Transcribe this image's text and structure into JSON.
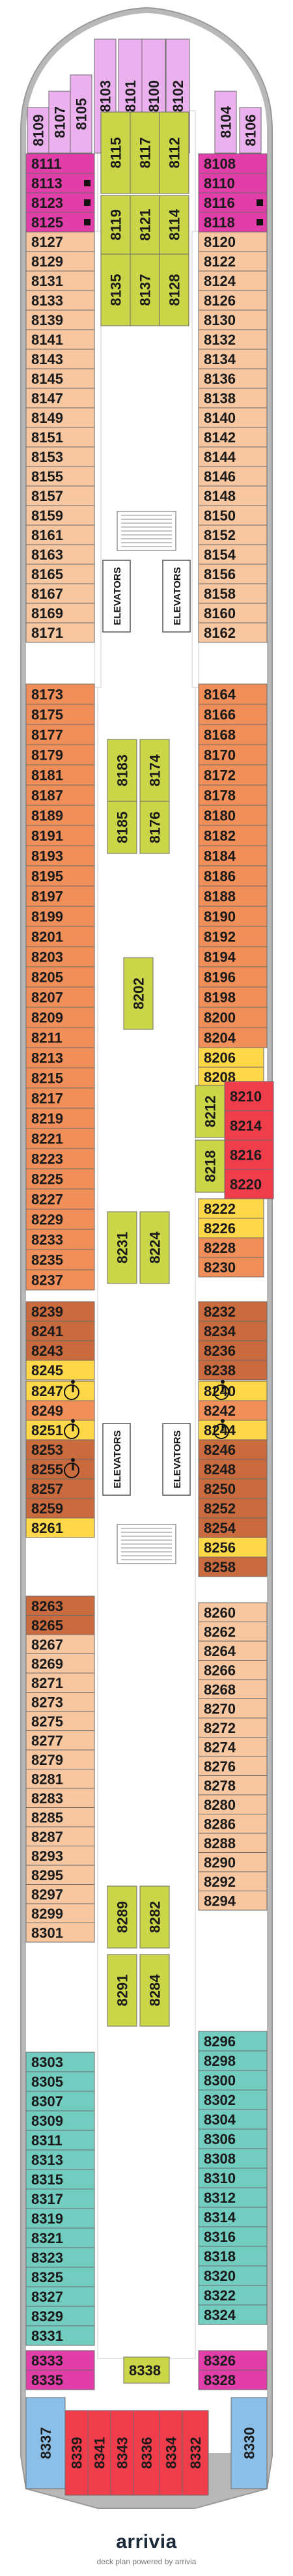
{
  "colors": {
    "lavender": "#eab1ee",
    "magenta": "#e23ea9",
    "peach": "#f6c7a1",
    "orange": "#f08f5a",
    "brown": "#c96a3f",
    "yellow": "#ffd84a",
    "lime": "#cad648",
    "pink_red": "#ef3d4c",
    "teal": "#73ccc0",
    "blue": "#8bbfe8",
    "hull": "#b8b8b8",
    "corridor": "#ffffff"
  },
  "elevator_label": "ELEVATORS",
  "brand": {
    "logo": "arrivia",
    "credit": "deck plan powered by arrivia"
  },
  "cabins": [
    {
      "n": "8109",
      "c": "lavender",
      "v": true
    },
    {
      "n": "8107",
      "c": "lavender",
      "v": true
    },
    {
      "n": "8105",
      "c": "lavender",
      "v": true
    },
    {
      "n": "8103",
      "c": "lavender",
      "v": true
    },
    {
      "n": "8101",
      "c": "lavender",
      "v": true
    },
    {
      "n": "8100",
      "c": "lavender",
      "v": true
    },
    {
      "n": "8102",
      "c": "lavender",
      "v": true
    },
    {
      "n": "8104",
      "c": "lavender",
      "v": true
    },
    {
      "n": "8106",
      "c": "lavender",
      "v": true
    },
    {
      "n": "8111",
      "c": "magenta"
    },
    {
      "n": "8113",
      "c": "magenta"
    },
    {
      "n": "8123",
      "c": "magenta"
    },
    {
      "n": "8125",
      "c": "magenta"
    },
    {
      "n": "8108",
      "c": "magenta"
    },
    {
      "n": "8110",
      "c": "magenta"
    },
    {
      "n": "8116",
      "c": "magenta"
    },
    {
      "n": "8118",
      "c": "magenta"
    },
    {
      "n": "8127",
      "c": "peach"
    },
    {
      "n": "8129",
      "c": "peach"
    },
    {
      "n": "8131",
      "c": "peach"
    },
    {
      "n": "8133",
      "c": "peach"
    },
    {
      "n": "8139",
      "c": "peach"
    },
    {
      "n": "8141",
      "c": "peach"
    },
    {
      "n": "8143",
      "c": "peach"
    },
    {
      "n": "8145",
      "c": "peach"
    },
    {
      "n": "8147",
      "c": "peach"
    },
    {
      "n": "8149",
      "c": "peach"
    },
    {
      "n": "8151",
      "c": "peach"
    },
    {
      "n": "8153",
      "c": "peach"
    },
    {
      "n": "8155",
      "c": "peach"
    },
    {
      "n": "8157",
      "c": "peach"
    },
    {
      "n": "8159",
      "c": "peach"
    },
    {
      "n": "8161",
      "c": "peach"
    },
    {
      "n": "8163",
      "c": "peach"
    },
    {
      "n": "8165",
      "c": "peach"
    },
    {
      "n": "8167",
      "c": "peach"
    },
    {
      "n": "8169",
      "c": "peach"
    },
    {
      "n": "8171",
      "c": "peach"
    },
    {
      "n": "8120",
      "c": "peach"
    },
    {
      "n": "8122",
      "c": "peach"
    },
    {
      "n": "8124",
      "c": "peach"
    },
    {
      "n": "8126",
      "c": "peach"
    },
    {
      "n": "8130",
      "c": "peach"
    },
    {
      "n": "8132",
      "c": "peach"
    },
    {
      "n": "8134",
      "c": "peach"
    },
    {
      "n": "8136",
      "c": "peach"
    },
    {
      "n": "8138",
      "c": "peach"
    },
    {
      "n": "8140",
      "c": "peach"
    },
    {
      "n": "8142",
      "c": "peach"
    },
    {
      "n": "8144",
      "c": "peach"
    },
    {
      "n": "8146",
      "c": "peach"
    },
    {
      "n": "8148",
      "c": "peach"
    },
    {
      "n": "8150",
      "c": "peach"
    },
    {
      "n": "8152",
      "c": "peach"
    },
    {
      "n": "8154",
      "c": "peach"
    },
    {
      "n": "8156",
      "c": "peach"
    },
    {
      "n": "8158",
      "c": "peach"
    },
    {
      "n": "8160",
      "c": "peach"
    },
    {
      "n": "8162",
      "c": "peach"
    },
    {
      "n": "8115",
      "c": "lime",
      "v": true
    },
    {
      "n": "8117",
      "c": "lime",
      "v": true
    },
    {
      "n": "8112",
      "c": "lime",
      "v": true
    },
    {
      "n": "8119",
      "c": "lime",
      "v": true
    },
    {
      "n": "8121",
      "c": "lime",
      "v": true
    },
    {
      "n": "8114",
      "c": "lime",
      "v": true
    },
    {
      "n": "8135",
      "c": "lime",
      "v": true
    },
    {
      "n": "8137",
      "c": "lime",
      "v": true
    },
    {
      "n": "8128",
      "c": "lime",
      "v": true
    },
    {
      "n": "8173",
      "c": "orange"
    },
    {
      "n": "8175",
      "c": "orange"
    },
    {
      "n": "8177",
      "c": "orange"
    },
    {
      "n": "8179",
      "c": "orange"
    },
    {
      "n": "8181",
      "c": "orange"
    },
    {
      "n": "8187",
      "c": "orange"
    },
    {
      "n": "8189",
      "c": "orange"
    },
    {
      "n": "8191",
      "c": "orange"
    },
    {
      "n": "8193",
      "c": "orange"
    },
    {
      "n": "8195",
      "c": "orange"
    },
    {
      "n": "8197",
      "c": "orange"
    },
    {
      "n": "8199",
      "c": "orange"
    },
    {
      "n": "8201",
      "c": "orange"
    },
    {
      "n": "8203",
      "c": "orange"
    },
    {
      "n": "8205",
      "c": "orange"
    },
    {
      "n": "8207",
      "c": "orange"
    },
    {
      "n": "8209",
      "c": "orange"
    },
    {
      "n": "8211",
      "c": "orange"
    },
    {
      "n": "8213",
      "c": "orange"
    },
    {
      "n": "8215",
      "c": "orange"
    },
    {
      "n": "8217",
      "c": "orange"
    },
    {
      "n": "8219",
      "c": "orange"
    },
    {
      "n": "8221",
      "c": "orange"
    },
    {
      "n": "8223",
      "c": "orange"
    },
    {
      "n": "8225",
      "c": "orange"
    },
    {
      "n": "8227",
      "c": "orange"
    },
    {
      "n": "8229",
      "c": "orange"
    },
    {
      "n": "8233",
      "c": "orange"
    },
    {
      "n": "8235",
      "c": "orange"
    },
    {
      "n": "8237",
      "c": "orange"
    },
    {
      "n": "8164",
      "c": "orange"
    },
    {
      "n": "8166",
      "c": "orange"
    },
    {
      "n": "8168",
      "c": "orange"
    },
    {
      "n": "8170",
      "c": "orange"
    },
    {
      "n": "8172",
      "c": "orange"
    },
    {
      "n": "8178",
      "c": "orange"
    },
    {
      "n": "8180",
      "c": "orange"
    },
    {
      "n": "8182",
      "c": "orange"
    },
    {
      "n": "8184",
      "c": "orange"
    },
    {
      "n": "8186",
      "c": "orange"
    },
    {
      "n": "8188",
      "c": "orange"
    },
    {
      "n": "8190",
      "c": "orange"
    },
    {
      "n": "8192",
      "c": "orange"
    },
    {
      "n": "8194",
      "c": "orange"
    },
    {
      "n": "8196",
      "c": "orange"
    },
    {
      "n": "8198",
      "c": "orange"
    },
    {
      "n": "8200",
      "c": "orange"
    },
    {
      "n": "8204",
      "c": "orange"
    },
    {
      "n": "8183",
      "c": "lime",
      "v": true
    },
    {
      "n": "8174",
      "c": "lime",
      "v": true
    },
    {
      "n": "8185",
      "c": "lime",
      "v": true
    },
    {
      "n": "8176",
      "c": "lime",
      "v": true
    },
    {
      "n": "8202",
      "c": "lime",
      "v": true
    },
    {
      "n": "8206",
      "c": "yellow"
    },
    {
      "n": "8208",
      "c": "yellow"
    },
    {
      "n": "8212",
      "c": "lime",
      "v": true
    },
    {
      "n": "8218",
      "c": "lime",
      "v": true
    },
    {
      "n": "8210",
      "c": "pink_red"
    },
    {
      "n": "8214",
      "c": "pink_red"
    },
    {
      "n": "8216",
      "c": "pink_red"
    },
    {
      "n": "8220",
      "c": "pink_red"
    },
    {
      "n": "8222",
      "c": "yellow"
    },
    {
      "n": "8226",
      "c": "yellow"
    },
    {
      "n": "8228",
      "c": "orange"
    },
    {
      "n": "8230",
      "c": "orange"
    },
    {
      "n": "8231",
      "c": "lime",
      "v": true
    },
    {
      "n": "8224",
      "c": "lime",
      "v": true
    },
    {
      "n": "8239",
      "c": "brown"
    },
    {
      "n": "8241",
      "c": "brown"
    },
    {
      "n": "8243",
      "c": "brown"
    },
    {
      "n": "8245",
      "c": "yellow"
    },
    {
      "n": "8232",
      "c": "brown"
    },
    {
      "n": "8234",
      "c": "brown"
    },
    {
      "n": "8236",
      "c": "brown"
    },
    {
      "n": "8238",
      "c": "brown"
    },
    {
      "n": "8247",
      "c": "yellow"
    },
    {
      "n": "8249",
      "c": "orange"
    },
    {
      "n": "8251",
      "c": "yellow"
    },
    {
      "n": "8253",
      "c": "brown"
    },
    {
      "n": "8255",
      "c": "brown"
    },
    {
      "n": "8257",
      "c": "brown"
    },
    {
      "n": "8259",
      "c": "brown"
    },
    {
      "n": "8261",
      "c": "yellow"
    },
    {
      "n": "8240",
      "c": "yellow"
    },
    {
      "n": "8242",
      "c": "orange"
    },
    {
      "n": "8244",
      "c": "yellow"
    },
    {
      "n": "8246",
      "c": "brown"
    },
    {
      "n": "8248",
      "c": "brown"
    },
    {
      "n": "8250",
      "c": "brown"
    },
    {
      "n": "8252",
      "c": "brown"
    },
    {
      "n": "8254",
      "c": "brown"
    },
    {
      "n": "8256",
      "c": "yellow"
    },
    {
      "n": "8258",
      "c": "brown"
    },
    {
      "n": "8263",
      "c": "brown"
    },
    {
      "n": "8265",
      "c": "brown"
    },
    {
      "n": "8267",
      "c": "peach"
    },
    {
      "n": "8269",
      "c": "peach"
    },
    {
      "n": "8271",
      "c": "peach"
    },
    {
      "n": "8273",
      "c": "peach"
    },
    {
      "n": "8275",
      "c": "peach"
    },
    {
      "n": "8277",
      "c": "peach"
    },
    {
      "n": "8279",
      "c": "peach"
    },
    {
      "n": "8281",
      "c": "peach"
    },
    {
      "n": "8283",
      "c": "peach"
    },
    {
      "n": "8285",
      "c": "peach"
    },
    {
      "n": "8287",
      "c": "peach"
    },
    {
      "n": "8293",
      "c": "peach"
    },
    {
      "n": "8295",
      "c": "peach"
    },
    {
      "n": "8297",
      "c": "peach"
    },
    {
      "n": "8299",
      "c": "peach"
    },
    {
      "n": "8301",
      "c": "peach"
    },
    {
      "n": "8260",
      "c": "peach"
    },
    {
      "n": "8262",
      "c": "peach"
    },
    {
      "n": "8264",
      "c": "peach"
    },
    {
      "n": "8266",
      "c": "peach"
    },
    {
      "n": "8268",
      "c": "peach"
    },
    {
      "n": "8270",
      "c": "peach"
    },
    {
      "n": "8272",
      "c": "peach"
    },
    {
      "n": "8274",
      "c": "peach"
    },
    {
      "n": "8276",
      "c": "peach"
    },
    {
      "n": "8278",
      "c": "peach"
    },
    {
      "n": "8280",
      "c": "peach"
    },
    {
      "n": "8286",
      "c": "peach"
    },
    {
      "n": "8288",
      "c": "peach"
    },
    {
      "n": "8290",
      "c": "peach"
    },
    {
      "n": "8292",
      "c": "peach"
    },
    {
      "n": "8294",
      "c": "peach"
    },
    {
      "n": "8289",
      "c": "lime",
      "v": true
    },
    {
      "n": "8282",
      "c": "lime",
      "v": true
    },
    {
      "n": "8291",
      "c": "lime",
      "v": true
    },
    {
      "n": "8284",
      "c": "lime",
      "v": true
    },
    {
      "n": "8303",
      "c": "teal"
    },
    {
      "n": "8305",
      "c": "teal"
    },
    {
      "n": "8307",
      "c": "teal"
    },
    {
      "n": "8309",
      "c": "teal"
    },
    {
      "n": "8311",
      "c": "teal"
    },
    {
      "n": "8313",
      "c": "teal"
    },
    {
      "n": "8315",
      "c": "teal"
    },
    {
      "n": "8317",
      "c": "teal"
    },
    {
      "n": "8319",
      "c": "teal"
    },
    {
      "n": "8321",
      "c": "teal"
    },
    {
      "n": "8323",
      "c": "teal"
    },
    {
      "n": "8325",
      "c": "teal"
    },
    {
      "n": "8327",
      "c": "teal"
    },
    {
      "n": "8329",
      "c": "teal"
    },
    {
      "n": "8331",
      "c": "teal"
    },
    {
      "n": "8296",
      "c": "teal"
    },
    {
      "n": "8298",
      "c": "teal"
    },
    {
      "n": "8300",
      "c": "teal"
    },
    {
      "n": "8302",
      "c": "teal"
    },
    {
      "n": "8304",
      "c": "teal"
    },
    {
      "n": "8306",
      "c": "teal"
    },
    {
      "n": "8308",
      "c": "teal"
    },
    {
      "n": "8310",
      "c": "teal"
    },
    {
      "n": "8312",
      "c": "teal"
    },
    {
      "n": "8314",
      "c": "teal"
    },
    {
      "n": "8316",
      "c": "teal"
    },
    {
      "n": "8318",
      "c": "teal"
    },
    {
      "n": "8320",
      "c": "teal"
    },
    {
      "n": "8322",
      "c": "teal"
    },
    {
      "n": "8324",
      "c": "teal"
    },
    {
      "n": "8333",
      "c": "magenta"
    },
    {
      "n": "8335",
      "c": "magenta"
    },
    {
      "n": "8326",
      "c": "magenta"
    },
    {
      "n": "8328",
      "c": "magenta"
    },
    {
      "n": "8338",
      "c": "lime"
    },
    {
      "n": "8337",
      "c": "blue",
      "v": true
    },
    {
      "n": "8339",
      "c": "pink_red",
      "v": true
    },
    {
      "n": "8341",
      "c": "pink_red",
      "v": true
    },
    {
      "n": "8343",
      "c": "pink_red",
      "v": true
    },
    {
      "n": "8336",
      "c": "pink_red",
      "v": true
    },
    {
      "n": "8334",
      "c": "pink_red",
      "v": true
    },
    {
      "n": "8332",
      "c": "pink_red",
      "v": true
    },
    {
      "n": "8330",
      "c": "blue",
      "v": true
    }
  ]
}
